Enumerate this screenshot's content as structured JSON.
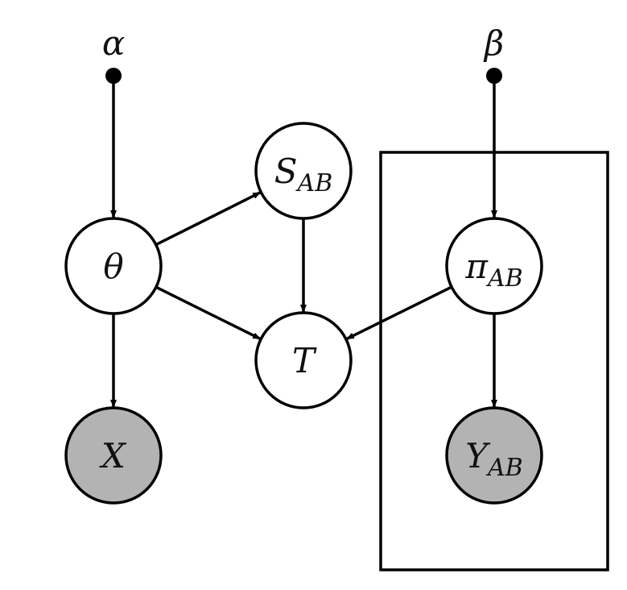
{
  "colors": {
    "background": "#ffffff",
    "stroke": "#000000",
    "latent_fill": "#ffffff",
    "observed_fill": "#b3b3b3"
  },
  "hyperparameters": [
    {
      "id": "alpha",
      "label": "α"
    },
    {
      "id": "beta",
      "label": "β"
    }
  ],
  "nodes": [
    {
      "id": "theta",
      "label": "θ",
      "subscript": "",
      "observed": false
    },
    {
      "id": "S",
      "label": "S",
      "subscript": "AB",
      "observed": false
    },
    {
      "id": "T",
      "label": "T",
      "subscript": "",
      "observed": false
    },
    {
      "id": "X",
      "label": "X",
      "subscript": "",
      "observed": true
    },
    {
      "id": "pi",
      "label": "π",
      "subscript": "AB",
      "observed": false
    },
    {
      "id": "Y",
      "label": "Y",
      "subscript": "AB",
      "observed": true
    }
  ],
  "edges": [
    {
      "from": "alpha",
      "to": "theta"
    },
    {
      "from": "beta",
      "to": "pi"
    },
    {
      "from": "theta",
      "to": "S"
    },
    {
      "from": "theta",
      "to": "T"
    },
    {
      "from": "theta",
      "to": "X"
    },
    {
      "from": "S",
      "to": "T"
    },
    {
      "from": "pi",
      "to": "T"
    },
    {
      "from": "pi",
      "to": "Y"
    }
  ],
  "plates": [
    {
      "id": "pair-plate",
      "contains": [
        "pi",
        "Y"
      ]
    }
  ]
}
